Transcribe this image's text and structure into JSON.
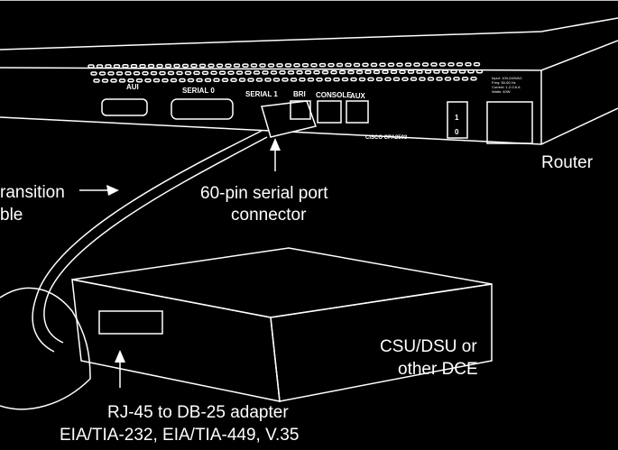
{
  "colors": {
    "background": "#000000",
    "line": "#ffffff"
  },
  "router": {
    "label": "Router",
    "ports": {
      "aui": "AUI",
      "serial0": "SERIAL 0",
      "serial1": "SERIAL 1",
      "bri": "BRI",
      "console": "CONSOLE",
      "aux": "AUX"
    },
    "switch_on": "1",
    "switch_off": "0",
    "model": "CISCO CPA2503",
    "spec_lines": [
      "Input: 100-240VAC",
      "Freq: 50-60 Hz",
      "Current: 1.2-0.6 A",
      "Watts: 40W"
    ]
  },
  "callouts": {
    "transition_cable": [
      "ransition",
      "ble"
    ],
    "serial_connector": [
      "60-pin serial port",
      "connector"
    ],
    "csu_dsu": [
      "CSU/DSU or",
      "other DCE"
    ],
    "adapter": [
      "RJ-45 to DB-25 adapter",
      "EIA/TIA-232, EIA/TIA-449, V.35"
    ]
  }
}
